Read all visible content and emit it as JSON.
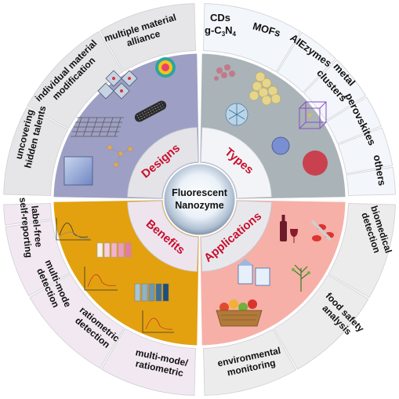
{
  "center": {
    "line1": "Fluorescent",
    "line2": "Nanozyme"
  },
  "quadrants": {
    "designs": "Designs",
    "types": "Types",
    "benefits": "Benefits",
    "applications": "Applications"
  },
  "segments": {
    "cds_line1": "CDs",
    "cds_line2": "g-C",
    "cds_sub3": "3",
    "cds_n": "N",
    "cds_sub4": "4",
    "mofs": "MOFs",
    "aiezymes": "AIEzymes",
    "metal_line1": "metal",
    "metal_line2": "clusters",
    "perovskites": "perovskites",
    "others": "others",
    "biomedical": "biomedical\ndetection",
    "food": "food safety\nanalysis",
    "environmental": "environmental\nmonitoring",
    "multimode_ratio": "multi-mode/\nratiometric",
    "ratiometric": "ratiometric\ndetection",
    "multimode": "multi-mode\ndetection",
    "labelfree": "label-free\nself-reporting",
    "hidden": "uncovering\nhidden talents",
    "individual": "individual material\nmodification",
    "alliance": "multiple material\nalliance"
  },
  "colors": {
    "designs": "#9e9fc4",
    "types": "#a9b3b8",
    "benefits": "#e3a10f",
    "applications": "#f6b0a7",
    "ring_designs": "#e6e6e8",
    "ring_types": "#f3f6fa",
    "ring_benefits": "#f1e8f1",
    "ring_applications": "#ececec",
    "accent_red": "#c8102e"
  }
}
